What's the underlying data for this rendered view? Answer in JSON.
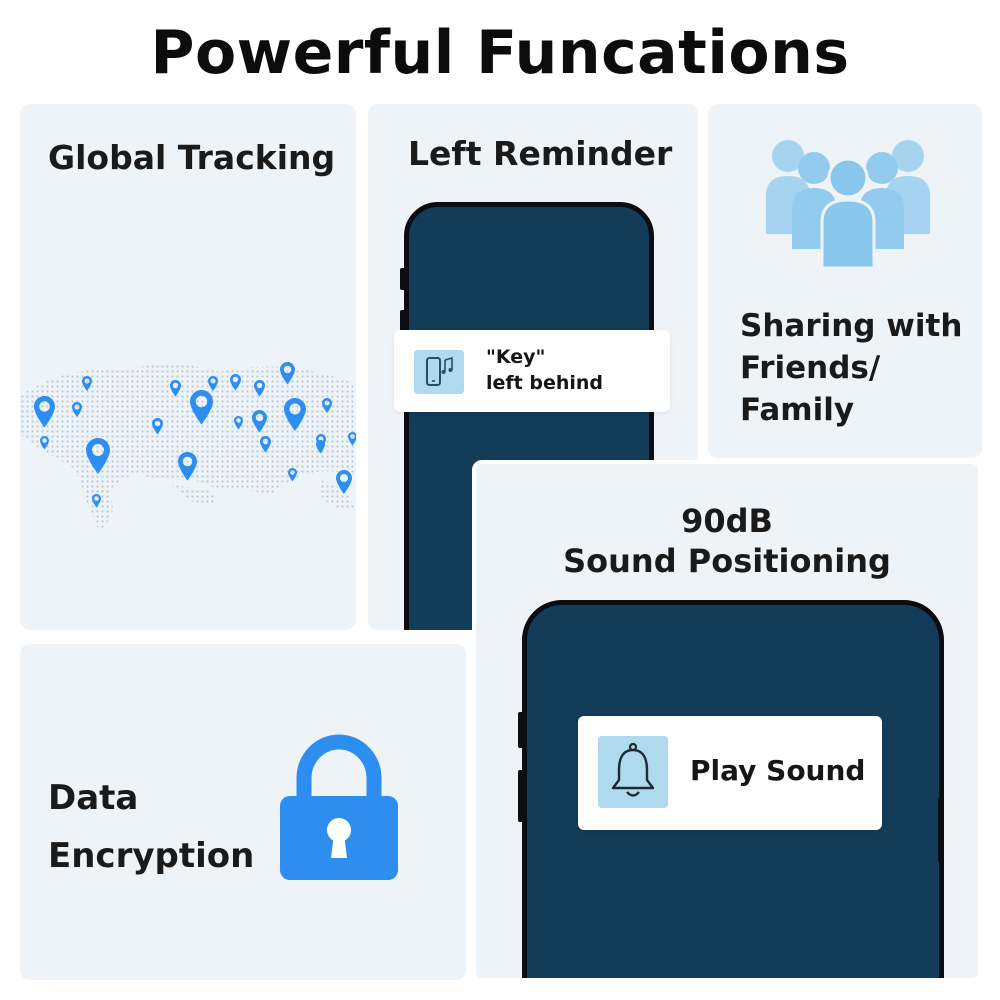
{
  "page": {
    "title": "Powerful Funcations"
  },
  "cards": {
    "global_tracking": {
      "title": "Global Tracking"
    },
    "left_reminder": {
      "title": "Left Reminder",
      "notification": {
        "line1": "\"Key\"",
        "line2": "left behind"
      }
    },
    "sharing": {
      "line1": "Sharing with",
      "line2": "Friends/",
      "line3": "Family"
    },
    "sound": {
      "line1": "90dB",
      "line2": "Sound Positioning",
      "notification": {
        "label": "Play Sound"
      }
    },
    "encryption": {
      "line1": "Data",
      "line2": "Encryption"
    }
  },
  "colors": {
    "card_bg": "#eef3f8",
    "phone_screen": "#123c57",
    "accent_blue": "#2e8ef0",
    "people_blue": "#a6d4f0",
    "icon_bg": "#aed9ef"
  },
  "icons": [
    "map-pin-icon",
    "phone-music-icon",
    "people-group-icon",
    "bell-icon",
    "padlock-icon"
  ]
}
